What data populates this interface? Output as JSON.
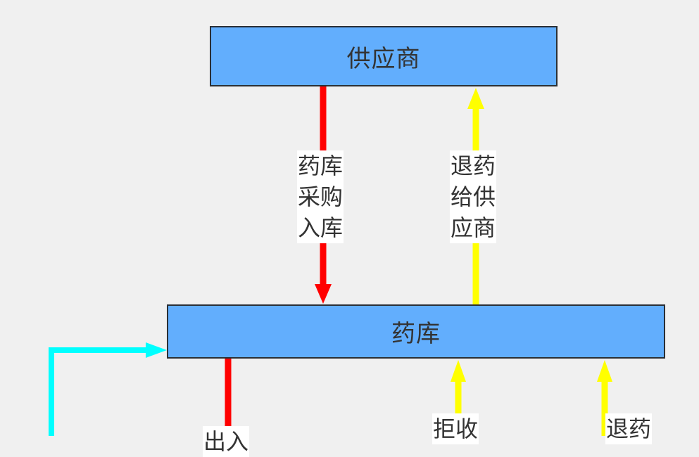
{
  "diagram": {
    "nodes": {
      "supplier": "供应商",
      "warehouse": "药库"
    },
    "edges": {
      "purchase_in": {
        "label": "药库\n采购\n入库",
        "color": "#ff0000"
      },
      "return_to_supplier": {
        "label": "退药\n给供\n应商",
        "color": "#ffff00"
      },
      "bottom_left_out": {
        "label": "出入",
        "color": "#ff0000"
      },
      "bottom_reject": {
        "label": "拒收",
        "color": "#ffff00"
      },
      "bottom_return": {
        "label": "退药",
        "color": "#ffff00"
      },
      "cyan_inbound": {
        "color": "#00ffff"
      }
    }
  }
}
